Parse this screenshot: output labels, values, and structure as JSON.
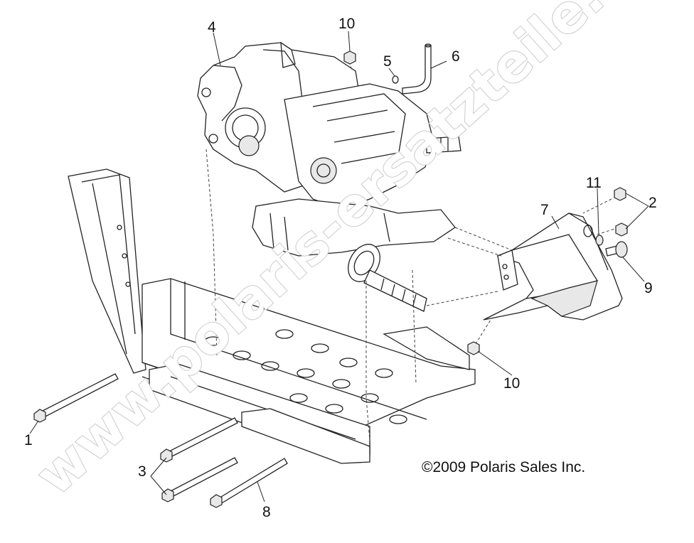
{
  "callouts": {
    "c1": "1",
    "c2": "2",
    "c3": "3",
    "c4": "4",
    "c5": "5",
    "c6": "6",
    "c7": "7",
    "c8": "8",
    "c9": "9",
    "c10_top": "10",
    "c10_bottom": "10",
    "c11": "11"
  },
  "copyright": "©2009 Polaris Sales Inc.",
  "watermark": "www.polaris-ersatzteile.de"
}
